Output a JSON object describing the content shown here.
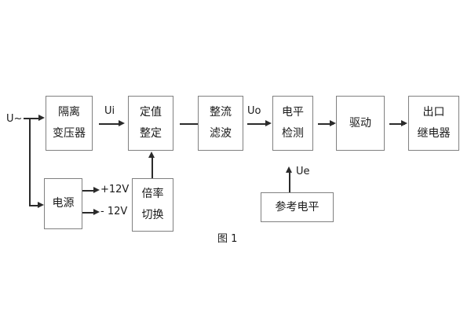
{
  "diagram": {
    "caption": "图 1",
    "input_label": "U~",
    "blocks": [
      {
        "id": "isolation-transformer",
        "lines": [
          "隔离",
          "变压器"
        ]
      },
      {
        "id": "setting-adjust",
        "lines": [
          "定值",
          "整定"
        ]
      },
      {
        "id": "rectify-filter",
        "lines": [
          "整流",
          "滤波"
        ]
      },
      {
        "id": "level-detect",
        "lines": [
          "电平",
          "检测"
        ]
      },
      {
        "id": "drive",
        "lines": [
          "驱动"
        ]
      },
      {
        "id": "output-relay",
        "lines": [
          "出口",
          "继电器"
        ]
      },
      {
        "id": "power-supply",
        "lines": [
          "电源"
        ]
      },
      {
        "id": "multiplier-switch",
        "lines": [
          "倍率",
          "切换"
        ]
      },
      {
        "id": "reference-level",
        "lines": [
          "参考电平"
        ]
      }
    ],
    "signals": {
      "ui": "Ui",
      "uo": "Uo",
      "ue": "Ue",
      "v_pos": "+12V",
      "v_neg": "- 12V"
    },
    "colors": {
      "block_border": "#808080",
      "wire": "#2b2b2b",
      "text": "#1a1a1a",
      "background": "#ffffff"
    }
  }
}
